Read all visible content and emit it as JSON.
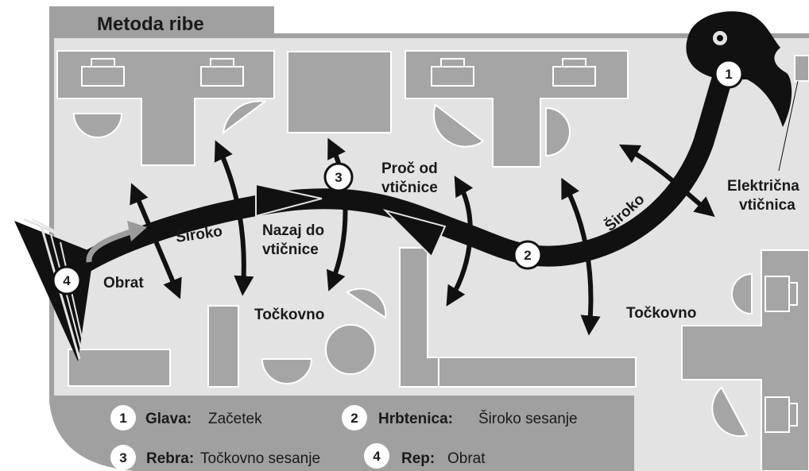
{
  "title": "Metoda ribe",
  "labels": {
    "siroko_left": "Široko",
    "obrat": "Obrat",
    "nazaj_line1": "Nazaj do",
    "nazaj_line2": "vtičnice",
    "proc_line1": "Proč od",
    "proc_line2": "vtičnice",
    "tockovno_left": "Točkovno",
    "tockovno_right": "Točkovno",
    "siroko_right": "Široko",
    "elektricna_line1": "Električna",
    "elektricna_line2": "vtičnica"
  },
  "markers": {
    "m1": "1",
    "m2": "2",
    "m3": "3",
    "m4": "4"
  },
  "legend": [
    {
      "num": "1",
      "term": "Glava:",
      "desc": "Začetek"
    },
    {
      "num": "2",
      "term": "Hrbtenica:",
      "desc": "Široko sesanje"
    },
    {
      "num": "3",
      "term": "Rebra:",
      "desc": "Točkovno sesanje"
    },
    {
      "num": "4",
      "term": "Rep:",
      "desc": "Obrat"
    }
  ],
  "colors": {
    "room": "#a0a0a0",
    "floor": "#e3e3e3",
    "furniture": "#a5a5a5",
    "path": "#111111",
    "turn_arrow": "#9b9b9b"
  }
}
